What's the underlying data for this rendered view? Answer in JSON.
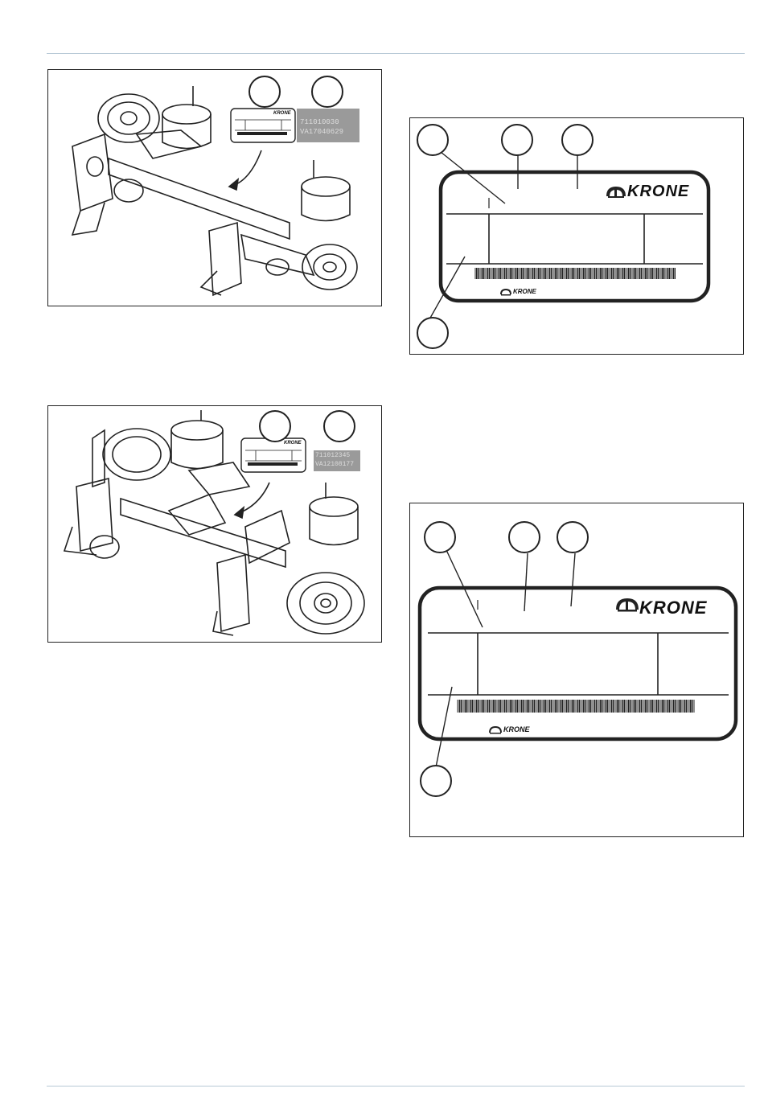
{
  "figures": {
    "fig1": {
      "label_brand": "KRONE",
      "plate_line1": "711010030",
      "plate_line2": "VA17040629",
      "callout_count": 2
    },
    "fig2": {
      "label_brand": "KRONE",
      "plate_line1": "711012345",
      "plate_line2": "VA12108177",
      "callout_count": 2
    },
    "fig3": {
      "label_brand": "KRONE",
      "footer_brand": "KRONE",
      "callout_count": 4
    },
    "fig4": {
      "label_brand": "KRONE",
      "footer_brand": "KRONE",
      "callout_count": 4
    }
  },
  "colors": {
    "rule": "#b7c9d6",
    "line": "#222222",
    "plate_gray": "#9a9a9a"
  }
}
